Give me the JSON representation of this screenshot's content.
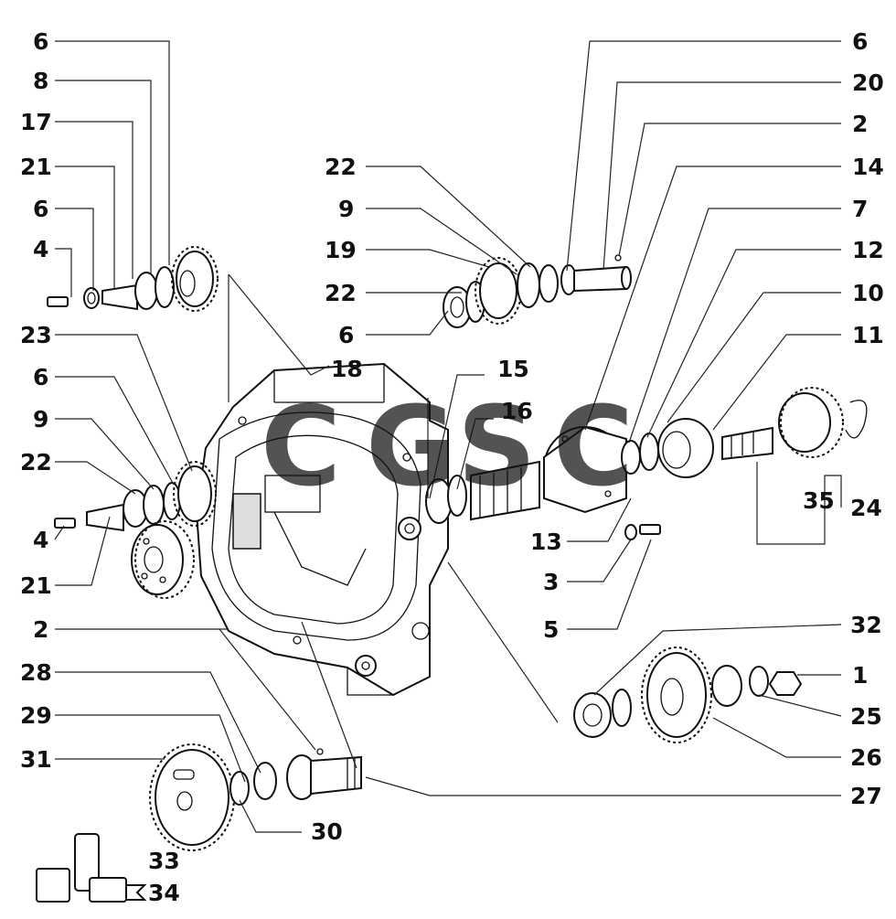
{
  "diagram": {
    "watermark": {
      "letters": [
        "C",
        "G",
        "S",
        "C"
      ],
      "colors": [
        "#4a86f0",
        "#f05a4a",
        "#f5c623",
        "#35a853"
      ]
    },
    "left_labels": [
      "6",
      "8",
      "17",
      "21",
      "6",
      "4",
      "23",
      "6",
      "9",
      "22",
      "4",
      "21",
      "2",
      "28",
      "29",
      "31"
    ],
    "right_labels": [
      "6",
      "20",
      "2",
      "14",
      "7",
      "12",
      "10",
      "11",
      "24",
      "32",
      "1",
      "25",
      "26",
      "27"
    ],
    "center_labels": [
      "22",
      "9",
      "19",
      "22",
      "6",
      "18",
      "15",
      "16",
      "13",
      "3",
      "5",
      "35",
      "30",
      "33",
      "34"
    ]
  }
}
